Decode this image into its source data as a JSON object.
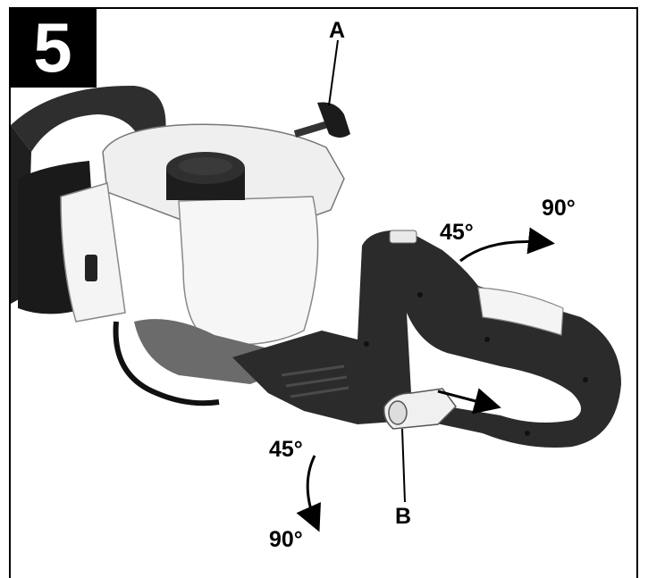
{
  "figure_number": "5",
  "callouts": {
    "a": "A",
    "b": "B"
  },
  "angles": {
    "upper_45": "45°",
    "upper_90": "90°",
    "lower_45": "45°",
    "lower_90": "90°"
  },
  "colors": {
    "frame": "#000000",
    "badge_bg": "#000000",
    "badge_text": "#ffffff",
    "handle_dark": "#2a2a2a",
    "housing_light": "#f2f2f2"
  }
}
